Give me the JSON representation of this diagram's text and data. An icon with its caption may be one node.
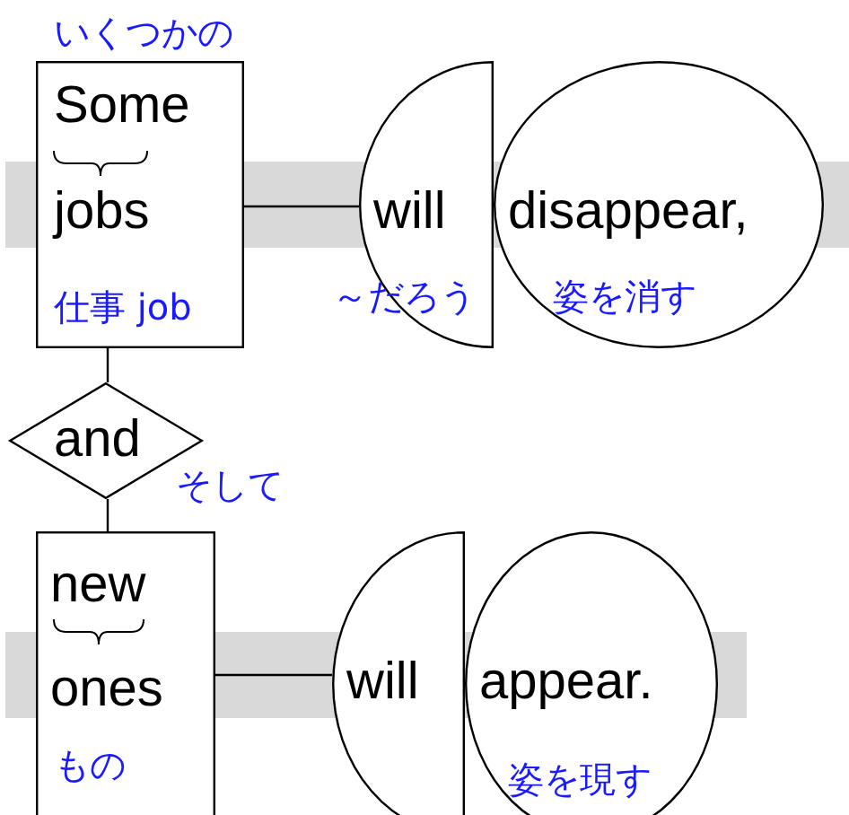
{
  "diagram": {
    "nodes": [
      {
        "text": [
          "いくつかの",
          "Some",
          "jobs",
          "仕事 job"
        ]
      },
      {
        "text": [
          "will",
          "～だろう"
        ]
      },
      {
        "text": [
          "disappear,",
          "姿を消す"
        ]
      },
      {
        "text": [
          "and"
        ],
        "beside": [
          "そして"
        ]
      },
      {
        "text": [
          "new",
          "ones",
          "もの"
        ]
      },
      {
        "text": [
          "will"
        ]
      },
      {
        "text": [
          "appear.",
          "姿を現す"
        ]
      }
    ],
    "edges": [
      {
        "from": 0,
        "to": 1,
        "arrow": "none"
      },
      {
        "from": 0,
        "to": 3,
        "arrow": "none"
      },
      {
        "from": 3,
        "to": 4,
        "arrow": "none"
      },
      {
        "from": 4,
        "to": 5,
        "arrow": "none"
      }
    ]
  }
}
